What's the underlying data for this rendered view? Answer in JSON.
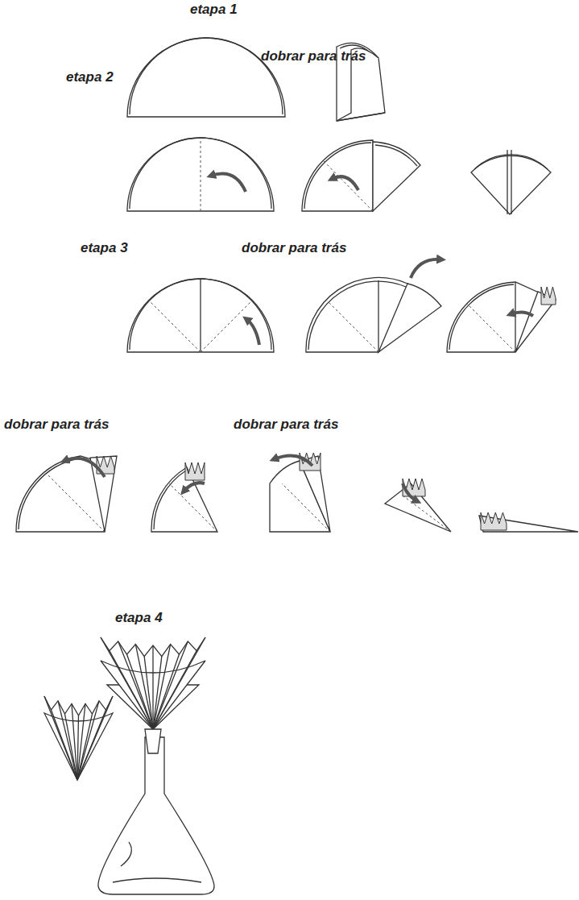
{
  "diagram": {
    "labels": [
      "etapa 1",
      "dobrar para trás",
      "etapa 2",
      "etapa 3",
      "dobrar para trás",
      "dobrar para trás",
      "dobrar para trás",
      "etapa 4"
    ]
  }
}
